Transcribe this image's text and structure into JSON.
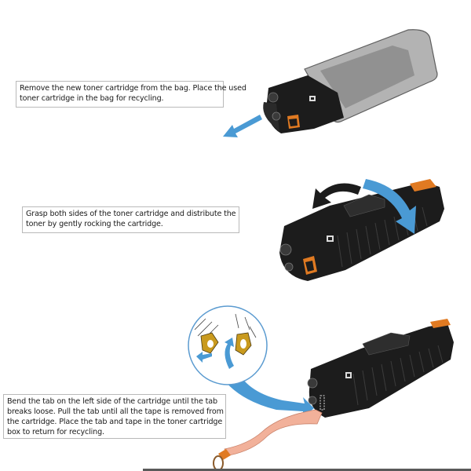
{
  "steps": [
    {
      "id": 1,
      "lines": [
        "Remove the new toner cartridge from the bag. Place the used",
        "toner cartridge in the bag for recycling."
      ],
      "illustration": "cartridge-removed-from-bag"
    },
    {
      "id": 2,
      "lines": [
        "Grasp both sides of the toner cartridge and distribute the",
        "toner by gently rocking the cartridge."
      ],
      "illustration": "cartridge-rocking"
    },
    {
      "id": 3,
      "lines": [
        "Bend the tab on the left side of the cartridge until the tab",
        "breaks loose. Pull the tab until all the tape is removed from",
        "the cartridge. Place the tab and tape in the toner cartridge",
        "box to return for recycling."
      ],
      "illustration": "pull-sealing-tape"
    }
  ],
  "colors": {
    "arrow_blue": "#4a9ad4",
    "cartridge_black": "#1c1c1c",
    "tab_orange": "#e07a22",
    "tape_pink": "#f2b19a",
    "bag_gray": "#8a8a8a",
    "callout_tab_gold": "#c99a1e"
  }
}
